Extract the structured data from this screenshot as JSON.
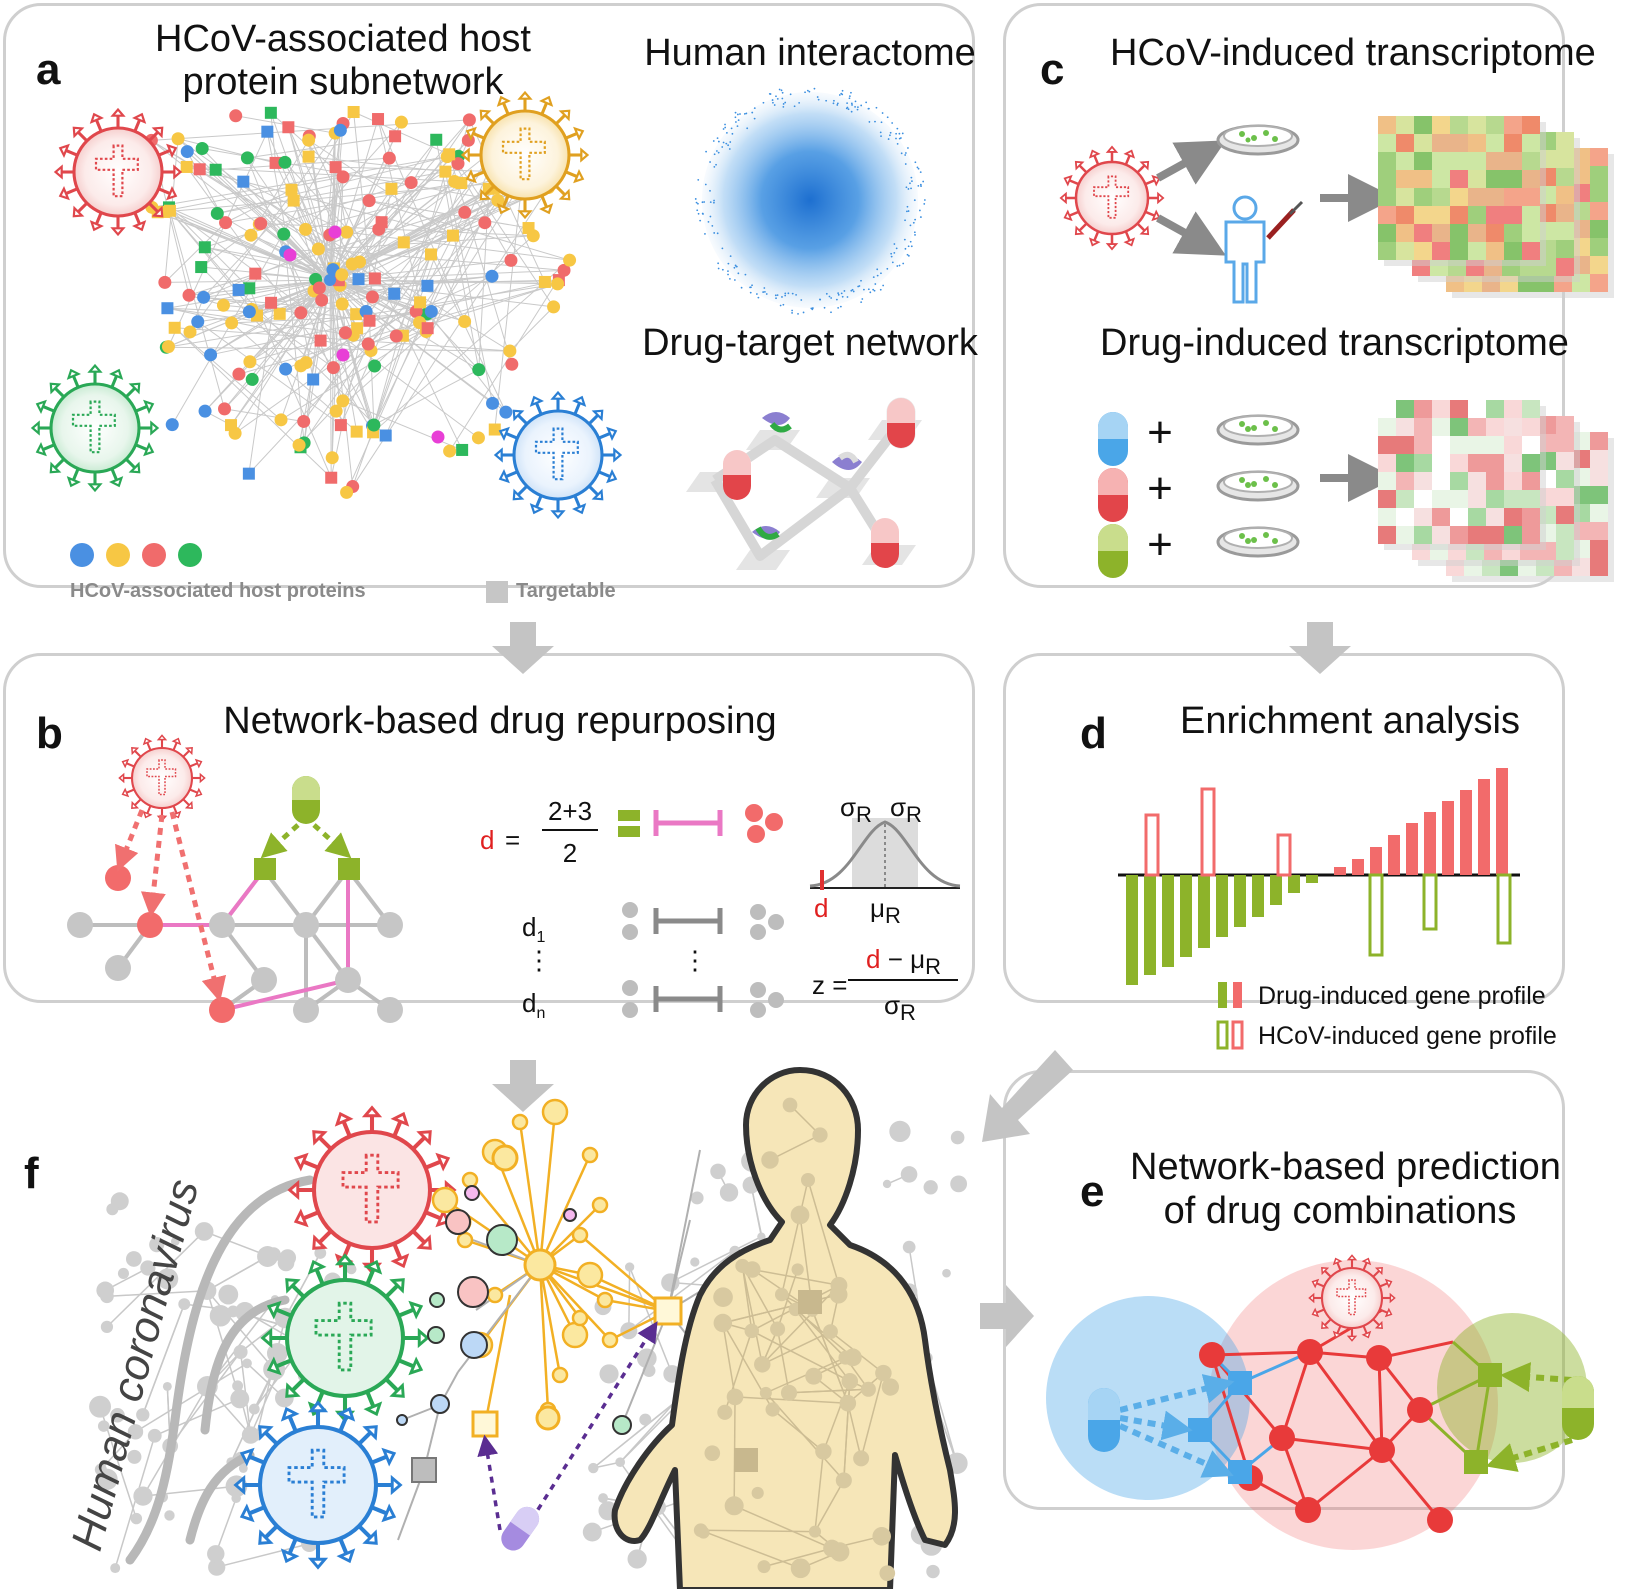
{
  "panels": {
    "a": {
      "letter": "a",
      "title_line1": "HCoV-associated host",
      "title_line2": "protein subnetwork",
      "interactome_title": "Human interactome",
      "drug_target_title": "Drug-target network",
      "legend_proteins": "HCoV-associated host proteins",
      "legend_targetable": "Targetable"
    },
    "b": {
      "letter": "b",
      "title": "Network-based drug repurposing",
      "formula": {
        "d": "d",
        "eq": "=",
        "numerator": "2+3",
        "denominator": "2",
        "d1": "d",
        "d1_sub": "1",
        "dn": "d",
        "dn_sub": "n",
        "vdots": "⋮",
        "sigma_r": "σ",
        "r_sub": "R",
        "mu_r": "μ",
        "dist_d": "d",
        "z": "z =",
        "z_num_d": "d",
        "z_num_minus": " − μ",
        "z_den": "σ"
      }
    },
    "c": {
      "letter": "c",
      "title": "HCoV-induced transcriptome",
      "drug_title": "Drug-induced transcriptome",
      "plus": "+"
    },
    "d": {
      "letter": "d",
      "title": "Enrichment analysis",
      "legend_drug": "Drug-induced gene profile",
      "legend_hcov": "HCoV-induced gene profile"
    },
    "e": {
      "letter": "e",
      "title_line1": "Network-based prediction",
      "title_line2": "of drug combinations"
    },
    "f": {
      "letter": "f",
      "side_label": "Human coronavirus"
    }
  },
  "colors": {
    "blue": "#4a90e2",
    "yellow": "#f7c744",
    "red": "#f06b6b",
    "green": "#2db85c",
    "magenta": "#e83fd6",
    "olive": "#8db32a",
    "gray": "#c8c8c8",
    "virus_red": "#e0474c",
    "virus_yellow": "#e0a020",
    "virus_green": "#2aa856",
    "virus_blue": "#2a7fd4",
    "pink_line": "#ea78c4",
    "body": "#f6e6b8"
  },
  "enrichment": {
    "drug_down": [
      110,
      100,
      92,
      82,
      73,
      62,
      52,
      42,
      30,
      18,
      8
    ],
    "drug_up": [
      8,
      16,
      28,
      40,
      52,
      63,
      74,
      85,
      96,
      107
    ],
    "hcov_up": [
      60,
      86,
      40
    ],
    "hcov_down": [
      80,
      54,
      68
    ]
  }
}
